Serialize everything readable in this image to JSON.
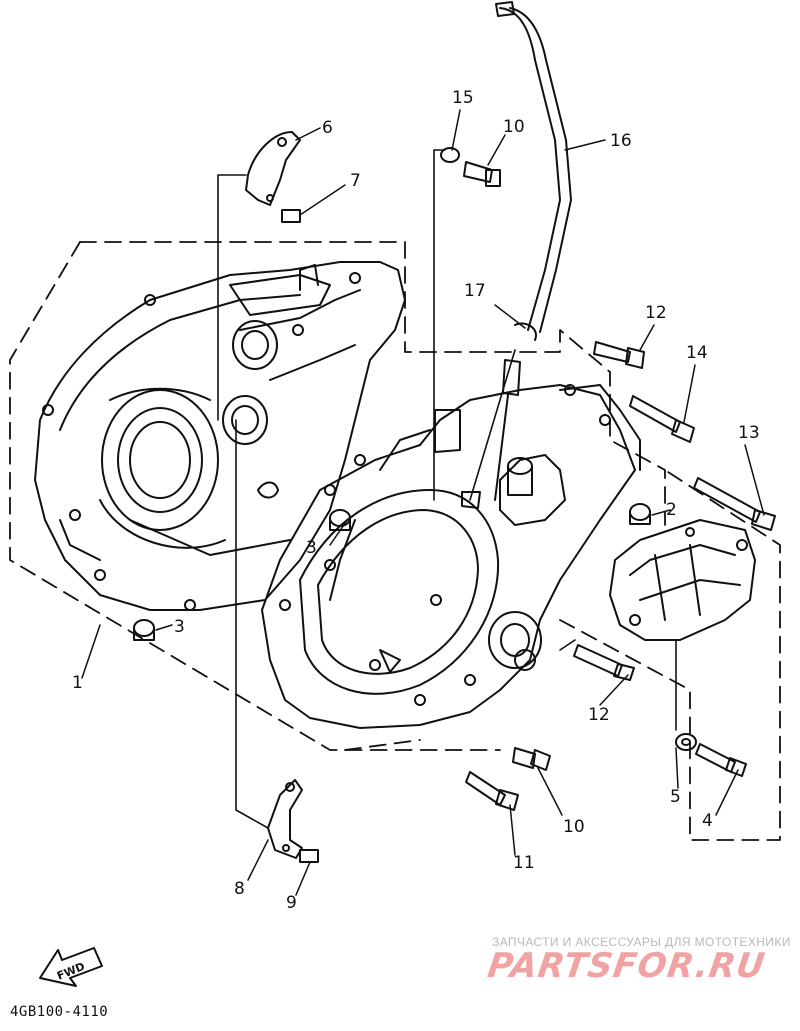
{
  "diagram": {
    "code": "4GB100-4110",
    "fwd_label": "FWD",
    "callouts": [
      "1",
      "2",
      "3",
      "3",
      "4",
      "5",
      "6",
      "7",
      "8",
      "9",
      "10",
      "10",
      "11",
      "12",
      "12",
      "13",
      "14",
      "15",
      "16",
      "17"
    ]
  },
  "watermark": {
    "tagline": "ЗАПЧАСТИ И АКСЕССУАРЫ ДЛЯ МОТОТЕХНИКИ",
    "logo": "PARTSFOR.RU"
  }
}
